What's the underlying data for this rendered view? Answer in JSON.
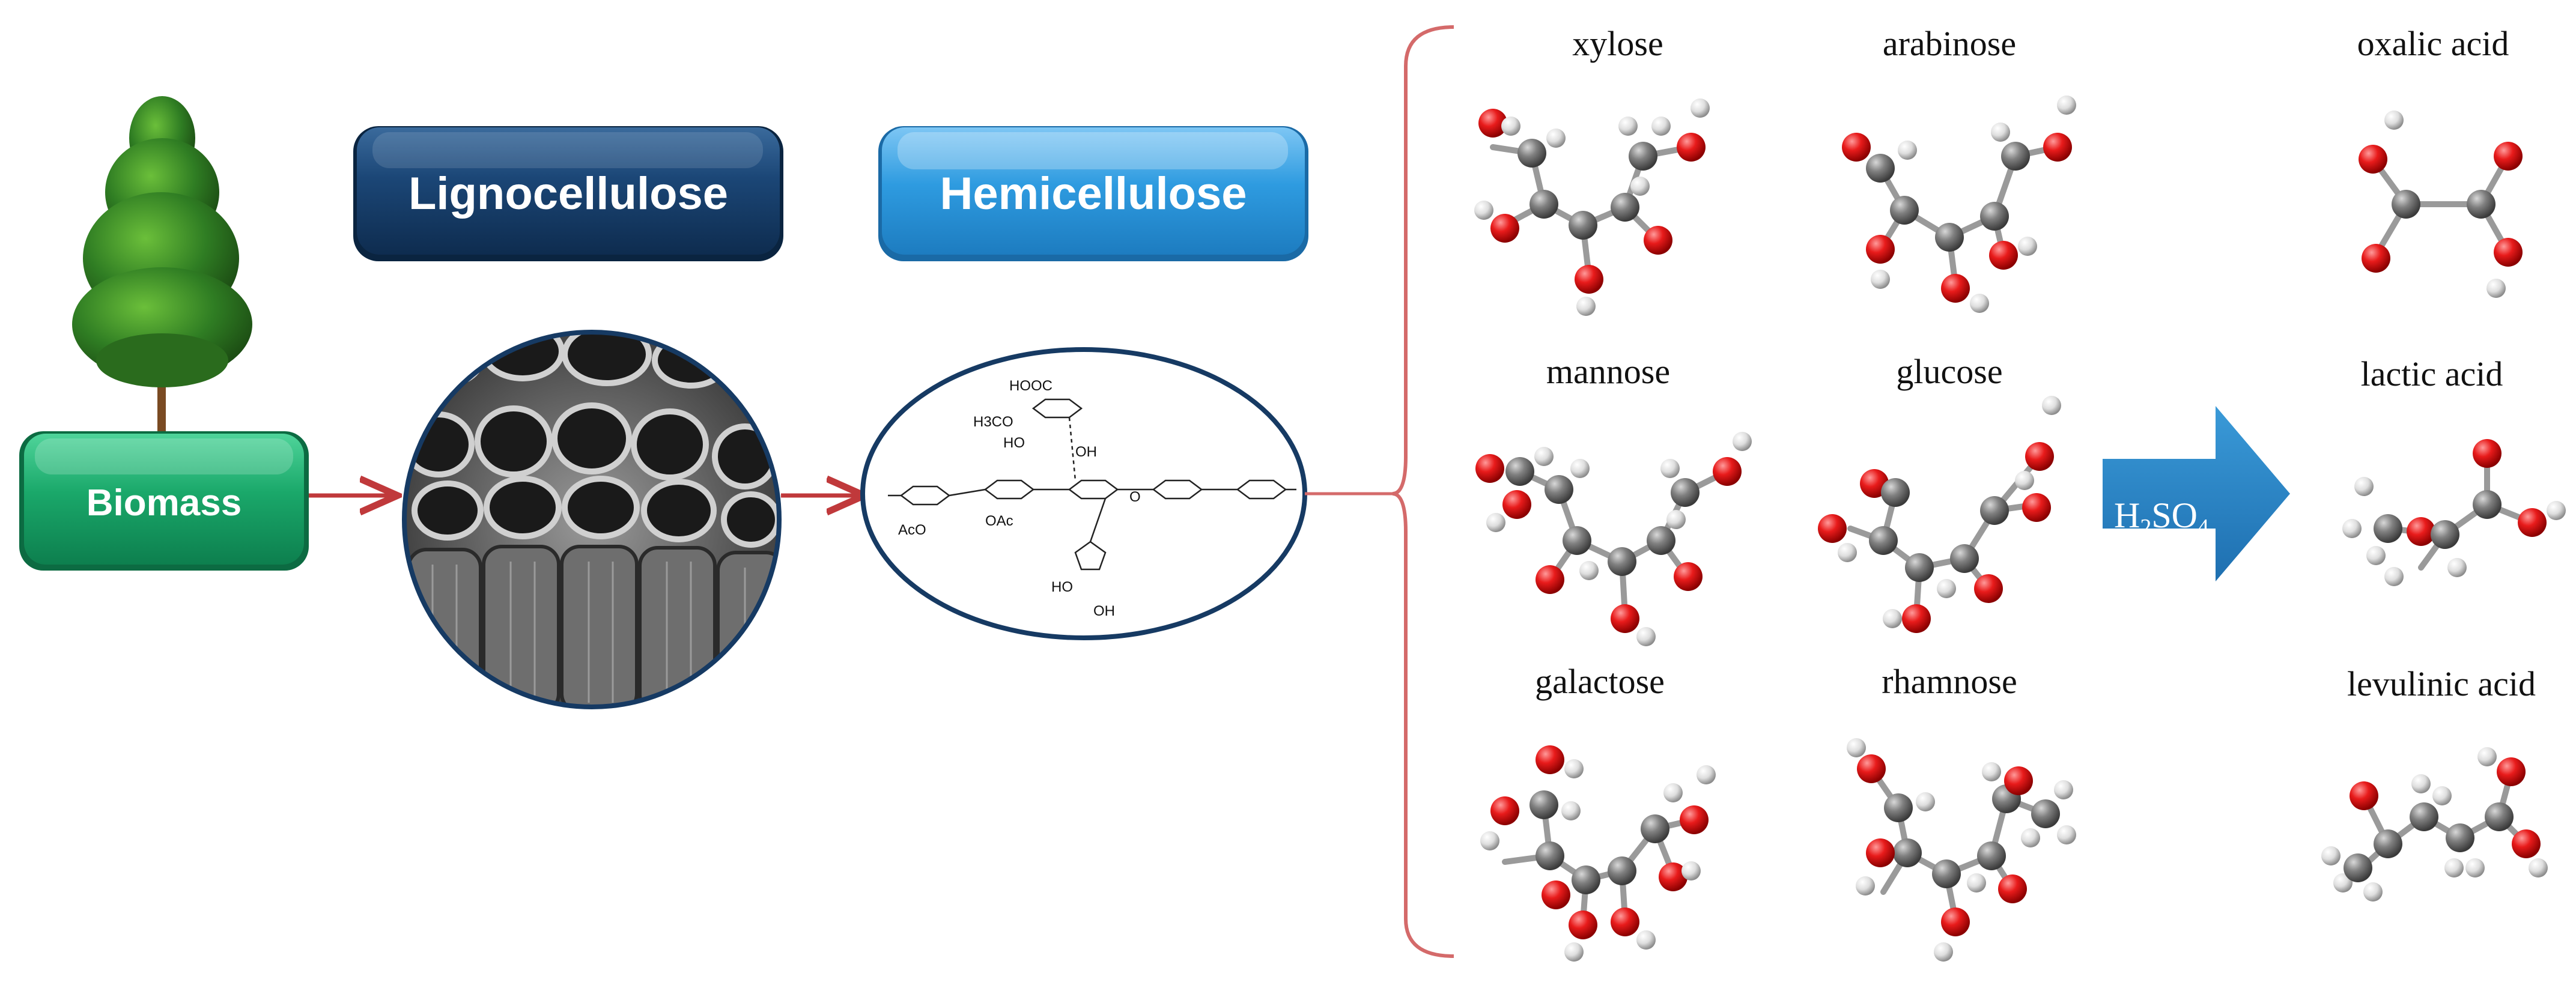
{
  "stages": {
    "biomass": "Biomass",
    "lignocellulose": "Lignocellulose",
    "hemicellulose": "Hemicellulose"
  },
  "reagent": {
    "main": "H",
    "sub1": "2",
    "mid": "SO",
    "sub2": "4"
  },
  "sugars": [
    "xylose",
    "arabinose",
    "mannose",
    "glucose",
    "galactose",
    "rhamnose"
  ],
  "acids": [
    "oxalic acid",
    "lactic acid",
    "levulinic acid"
  ],
  "structure_labels": [
    "HOOC",
    "H3CO",
    "HO",
    "OH",
    "AcO",
    "OAc",
    "O",
    "HO",
    "OH"
  ],
  "colors": {
    "biomass_green": "#1aa86a",
    "lignocellulose_navy": "#173f6b",
    "hemicellulose_blue": "#2e9be0",
    "arrow_red": "#c0393b",
    "bracket_red": "#d46a6a",
    "oxygen": "#e0151b",
    "carbon": "#707070",
    "hydrogen": "#e6e6e6"
  }
}
